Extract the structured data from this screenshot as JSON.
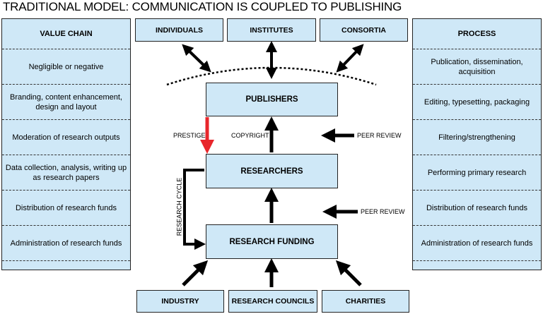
{
  "title": "TRADITIONAL MODEL: COMMUNICATION IS COUPLED TO PUBLISHING",
  "value_chain": {
    "heading": "VALUE CHAIN",
    "rows": [
      "Negligible or negative",
      "Branding, content enhancement, design and layout",
      "Moderation of research outputs",
      "Data collection, analysis, writing up as research papers",
      "Distribution of research funds",
      "Administration of research funds"
    ]
  },
  "process": {
    "heading": "PROCESS",
    "rows": [
      "Publication, dissemination, acquisition",
      "Editing, typesetting, packaging",
      "Filtering/strengthening",
      "Performing primary research",
      "Distribution of research funds",
      "Administration of research funds"
    ]
  },
  "top_boxes": [
    "INDIVIDUALS",
    "INSTITUTES",
    "CONSORTIA"
  ],
  "center": {
    "publishers": "PUBLISHERS",
    "researchers": "RESEARCHERS",
    "research_funding": "RESEARCH FUNDING"
  },
  "bottom_boxes": [
    "INDUSTRY",
    "RESEARCH COUNCILS",
    "CHARITIES"
  ],
  "labels": {
    "prestige": "PRESTIGE",
    "copyright": "COPYRIGHT",
    "peer_review_1": "PEER REVIEW",
    "peer_review_2": "PEER REVIEW",
    "research_cycle": "RESEARCH CYCLE"
  },
  "colors": {
    "box_fill": "#cfe8f7",
    "prestige_arrow": "#e8262b",
    "arrow": "#000000"
  }
}
